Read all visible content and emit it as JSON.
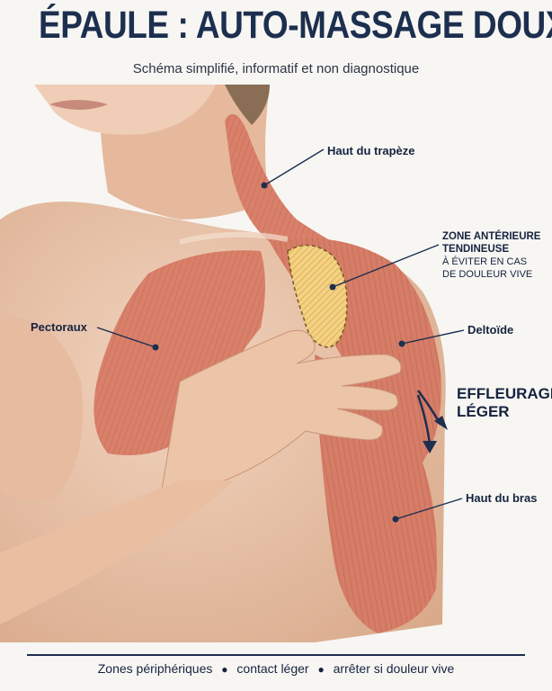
{
  "title": "ÉPAULE : AUTO-MASSAGE DOUX",
  "subtitle": "Schéma simplifié, informatif et non diagnostique",
  "labels": {
    "trapeze": "Haut du trapèze",
    "zone_title_1": "ZONE ANTÉRIEURE",
    "zone_title_2": "TENDINEUSE",
    "zone_note_1": "À ÉVITER EN CAS",
    "zone_note_2": "DE DOULEUR VIVE",
    "pectoraux": "Pectoraux",
    "deltoide": "Deltoïde",
    "effleurage_1": "EFFLEURAGE",
    "effleurage_2": "LÉGER",
    "bras": "Haut du bras"
  },
  "footer": {
    "item_1": "Zones périphériques",
    "item_2": "contact léger",
    "item_3": "arrêter si douleur vive",
    "separator": "●"
  },
  "colors": {
    "title": "#1d2f4f",
    "muscle": "#d9806a",
    "skin": "#edcbb3",
    "zone_fill": "#f0c469",
    "zone_outline": "#8a6d2a",
    "leader": "#1d2f4f"
  }
}
